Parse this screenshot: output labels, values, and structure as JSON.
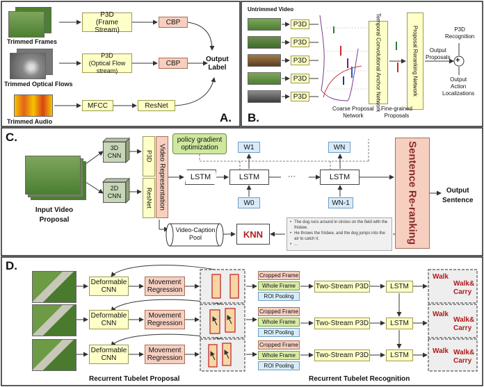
{
  "panel_a": {
    "tag": "A.",
    "input_frames": "Trimmed Frames",
    "input_flow": "Trimmed Optical Flows",
    "input_audio": "Trimmed Audio",
    "p3d_frame_line1": "P3D",
    "p3d_frame_line2": "(Frame Stream)",
    "p3d_flow_line1": "P3D",
    "p3d_flow_line2": "(Optical Flow stream)",
    "cbp": "CBP",
    "mfcc": "MFCC",
    "resnet": "ResNet",
    "output_line1": "Output",
    "output_line2": "Label"
  },
  "panel_b": {
    "tag": "B.",
    "input": "Untrimmed Video",
    "p3d": "P3D",
    "tcan": "Temporal Convolutional Anchor Network",
    "prn": "Proposal Reranking Network",
    "coarse_line1": "Coarse Proposal",
    "coarse_line2": "Network",
    "fine_line1": "Fine-grained",
    "fine_line2": "Proposals",
    "output_proposals_line1": "Output",
    "output_proposals_line2": "Proposals",
    "p3d_recognition_line1": "P3D",
    "p3d_recognition_line2": "Recognition",
    "output_action_line1": "Output",
    "output_action_line2": "Action",
    "output_action_line3": "Localizations",
    "plus": "+"
  },
  "panel_c": {
    "tag": "C.",
    "input_line1": "Input Video",
    "input_line2": "Proposal",
    "cnn3d_line1": "3D",
    "cnn3d_line2": "CNN",
    "cnn2d_line1": "2D",
    "cnn2d_line2": "CNN",
    "p3d": "P3D",
    "resnet": "ResNet",
    "video_rep": "Video Representation",
    "policy_line1": "policy gradient",
    "policy_line2": "optimization",
    "lstm": "LSTM",
    "w1": "W1",
    "wn": "WN",
    "w0": "W0",
    "wn1": "WN-1",
    "dots": "···",
    "rerank": "Sentence Re-ranking",
    "output_line1": "Output",
    "output_line2": "Sentence",
    "pool_line1": "Video-Caption",
    "pool_line2": "Pool",
    "knn": "KNN",
    "captions": [
      "The dog runs around in circles on the field with the frisbee.",
      "He throws the frisbee, and the dog jumps into the air to catch it.",
      "..."
    ]
  },
  "panel_d": {
    "tag": "D.",
    "deformable_line1": "Deformable",
    "deformable_line2": "CNN",
    "movement_line1": "Movement",
    "movement_line2": "Regression",
    "cropped": "Cropped Frame",
    "whole": "Whole Frame",
    "roi": "ROI Pooling",
    "two_stream": "Two-Stream P3D",
    "lstm": "LSTM",
    "walk": "Walk",
    "walk_carry_line1": "Walk&",
    "walk_carry_line2": "Carry",
    "caption_left": "Recurrent Tubelet Proposal",
    "caption_right": "Recurrent Tubelet Recognition"
  }
}
